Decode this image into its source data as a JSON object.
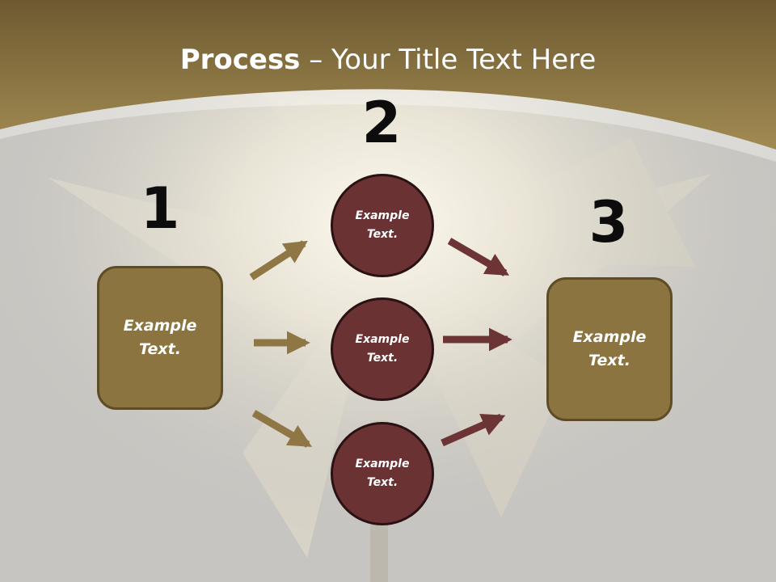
{
  "title": {
    "bold": "Process",
    "rest": " – Your Title Text Here"
  },
  "steps": [
    {
      "number": "1",
      "label": "Example Text."
    },
    {
      "number": "2",
      "labels": [
        "Example Text.",
        "Example Text.",
        "Example Text."
      ]
    },
    {
      "number": "3",
      "label": "Example Text."
    }
  ],
  "colors": {
    "band": "#8a733f",
    "background": "#c7c5c0",
    "box_fill": "#8b7440",
    "circle_fill": "#6b3233",
    "arrow_gold": "#8f7745",
    "arrow_maroon": "#6d3435"
  }
}
